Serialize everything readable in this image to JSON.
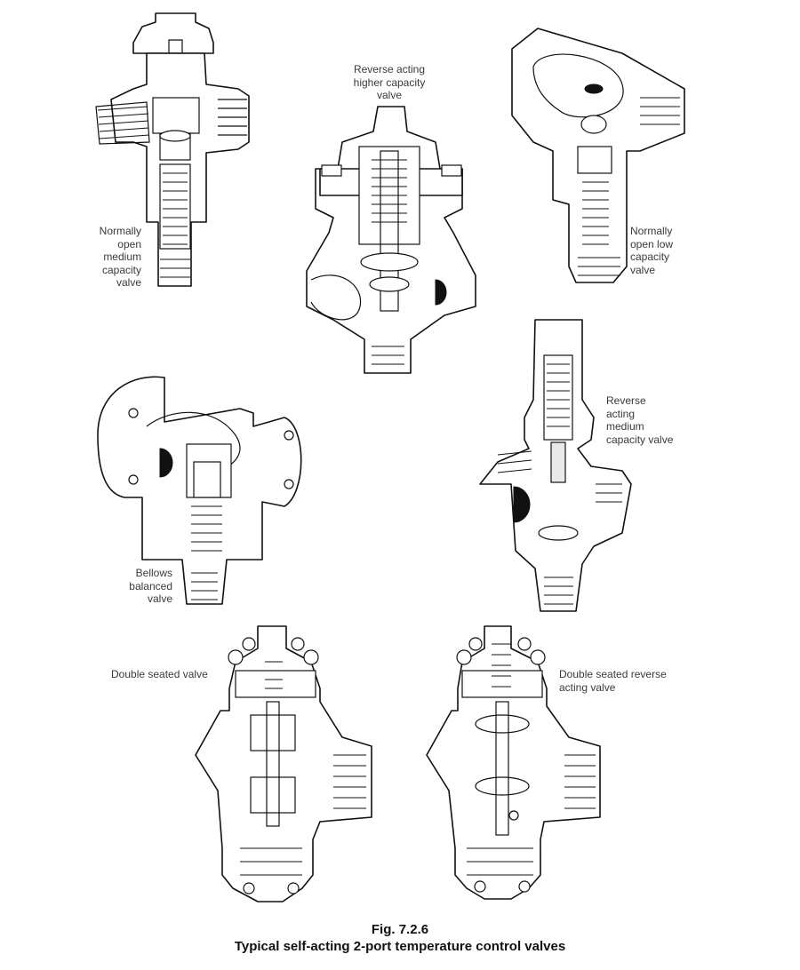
{
  "labels": {
    "normally_open_medium": "Normally\nopen\nmedium\ncapacity\nvalve",
    "reverse_acting_higher": "Reverse acting\nhigher capacity\nvalve",
    "normally_open_low": "Normally\nopen low\ncapacity\nvalve",
    "reverse_acting_medium": "Reverse\nacting\nmedium\ncapacity valve",
    "bellows_balanced": "Bellows\nbalanced\nvalve",
    "double_seated": "Double seated valve",
    "double_seated_reverse": "Double seated reverse\nacting valve"
  },
  "caption": {
    "fig_number": "Fig. 7.2.6",
    "title": "Typical self-acting 2-port temperature control valves"
  }
}
